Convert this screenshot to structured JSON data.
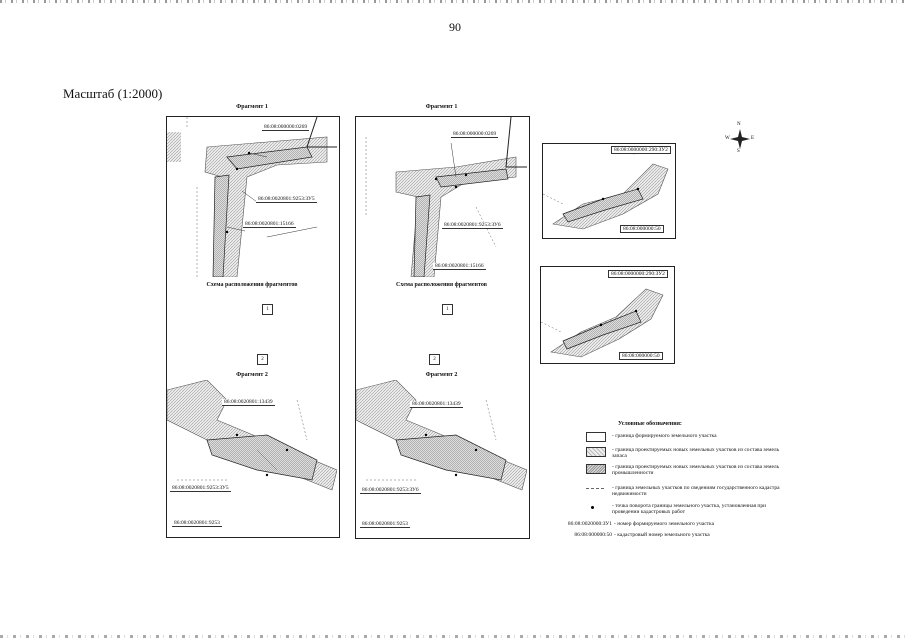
{
  "page_number": "90",
  "scale_label": "Масштаб (1:2000)",
  "left_panel": {
    "frag1_title": "Фрагмент 1",
    "frag1_labels": [
      "86:08:000000:0269",
      "86:08:0020801:9253:ЗУ5",
      "86:08:0020801:15166"
    ],
    "scheme_title": "Схема расположения фрагментов",
    "scheme_items": [
      "1",
      "2"
    ],
    "frag2_title": "Фрагмент 2",
    "frag2_labels": [
      "86:08:0020801:13439",
      "86:08:0020801:9253:ЗУ5",
      "86:08:0020801:9253"
    ]
  },
  "mid_panel": {
    "frag1_title": "Фрагмент 1",
    "frag1_labels": [
      "86:08:000000:0269",
      "86:08:0020801:9253:ЗУ6",
      "86:08:0020801:15166"
    ],
    "scheme_title": "Схема расположения фрагментов",
    "scheme_items": [
      "1",
      "2"
    ],
    "frag2_title": "Фрагмент 2",
    "frag2_labels": [
      "86:08:0020801:13439",
      "86:08:0020801:9253:ЗУ6",
      "86:08:0020801:9253"
    ]
  },
  "right_top": {
    "labels": [
      "86:08:0000000:290:ЗУ2",
      "86:08:000000:50"
    ]
  },
  "right_bottom": {
    "labels": [
      "86:08:0000000:290:ЗУ2",
      "86:08:000000:50"
    ]
  },
  "compass": {
    "n": "N",
    "s": "S",
    "w": "W",
    "e": "E"
  },
  "legend": {
    "title": "Условные обозначения:",
    "items": [
      "- граница формируемого земельного участка",
      "- граница проектируемых новых земельных участков из состава земель запаса",
      "- граница проектируемых новых земельных участков из состава земель промышленности",
      "- граница земельных участков по сведениям государственного кадастра недвижимости",
      "- точка поворота границы земельного участка, установленная при проведении кадастровых работ",
      "- номер формируемого земельного участка",
      "- кадастровый номер земельного участка"
    ],
    "sample_zu": "86:08:0020000:ЗУ1",
    "sample_cad": "86:08:000000:50"
  }
}
